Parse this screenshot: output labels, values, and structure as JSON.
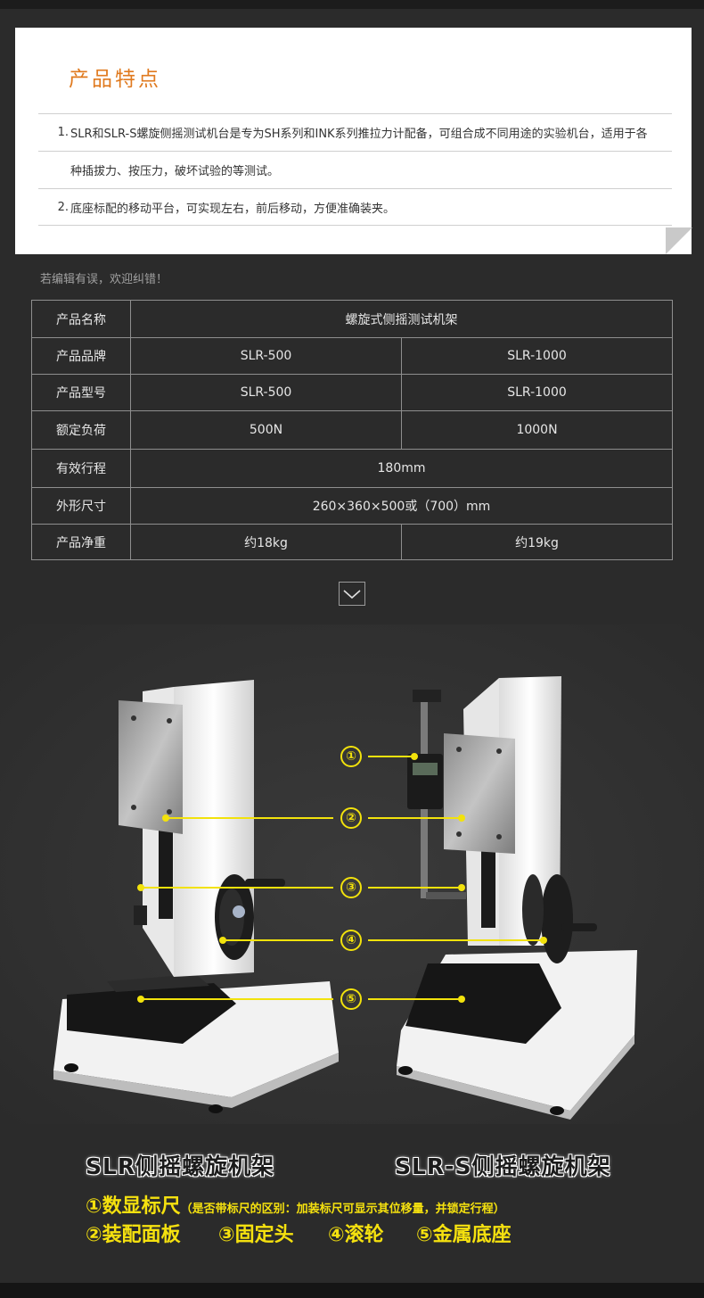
{
  "features": {
    "title": "产品特点",
    "lines": [
      {
        "num": "1.",
        "text": "SLR和SLR-S螺旋侧摇测试机台是专为SH系列和INK系列推拉力计配备，可组合成不同用途的实验机台，适用于各"
      },
      {
        "num": "",
        "text": "种插拔力、按压力，破坏试验的等测试。"
      },
      {
        "num": "2.",
        "text": "底座标配的移动平台，可实现左右，前后移动，方便准确装夹。"
      }
    ]
  },
  "errata": "若编辑有误，欢迎纠错！",
  "spec_table": {
    "rows": [
      {
        "label": "产品名称",
        "value": "螺旋式侧摇测试机架"
      },
      {
        "label": "产品品牌",
        "values": [
          "SLR-500",
          "SLR-1000"
        ]
      },
      {
        "label": "产品型号",
        "values": [
          "SLR-500",
          "SLR-1000"
        ]
      },
      {
        "label": "额定负荷",
        "values": [
          "500N",
          "1000N"
        ]
      },
      {
        "label": "有效行程",
        "value": "180mm"
      },
      {
        "label": "外形尺寸",
        "value": "260×360×500或（700）mm"
      },
      {
        "label": "产品净重",
        "values": [
          "约18kg",
          "约19kg"
        ]
      }
    ]
  },
  "markers": [
    "①",
    "②",
    "③",
    "④",
    "⑤"
  ],
  "captions": {
    "left": "SLR侧摇螺旋机架",
    "right": "SLR-S侧摇螺旋机架"
  },
  "legend": {
    "line1_main": "①数显标尺",
    "line1_note": "（是否带标尺的区别：加装标尺可显示其位移量，并锁定行程）",
    "line2": [
      "②装配面板",
      "③固定头",
      "④滚轮",
      "⑤金属底座"
    ]
  },
  "colors": {
    "accent_title": "#e07a1f",
    "marker_yellow": "#f2e20c",
    "background": "#2b2b2b"
  }
}
